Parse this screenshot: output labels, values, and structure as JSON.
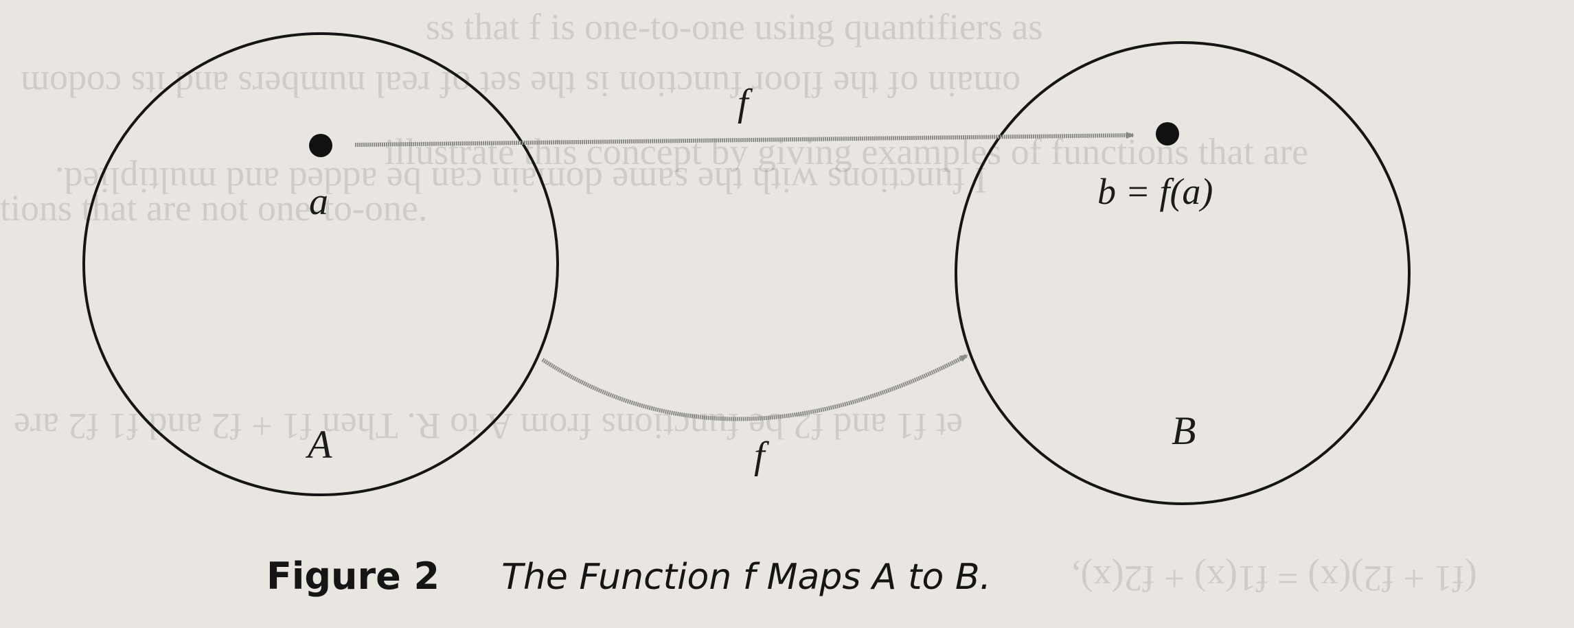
{
  "diagram": {
    "set_a_label": "A",
    "set_b_label": "B",
    "element_a_label": "a",
    "element_b_label": "b = f(a)",
    "arrow_top_label": "f",
    "arrow_bottom_label": "f"
  },
  "caption": {
    "figure_number": "Figure 2",
    "text": "The Function f Maps A to B."
  },
  "bleed_through": {
    "line1": "ss that f is one-to-one using quantifiers as",
    "line2": "omain of the floor function is the set of real numbers and its codom",
    "line3": "I functions with the same domain can be added and multiplied.",
    "line4": "illustrate this concept by giving examples of functions that are",
    "line5": "tions that are not one-to-one.",
    "line6": "et f1 and f2 be functions from A to R. Then f1 + f2 and f1 f2 are",
    "line7": "(f1 + f2)(x) = f1(x) + f2(x),"
  },
  "colors": {
    "ink": "#151515",
    "paper": "#e9e6e1",
    "arrow": "#8a8a8a"
  }
}
